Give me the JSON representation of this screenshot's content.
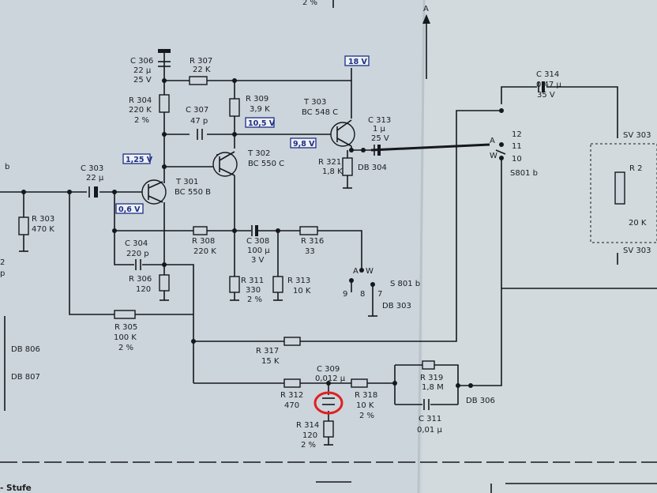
{
  "labels": {
    "c306": "C 306",
    "c306_val": "22 µ",
    "c306_v": "25 V",
    "r307": "R 307",
    "r307_val": "22 K",
    "r304": "R 304",
    "r304_val": "220 K",
    "r304_tol": "2 %",
    "c307": "C 307",
    "c307_val": "47 p",
    "r309": "R 309",
    "r309_val": "3,9 K",
    "t303": "T 303",
    "t303_type": "BC 548 C",
    "c313": "C 313",
    "c313_val": "1 µ",
    "c313_v": "25 V",
    "t302": "T 302",
    "t302_type": "BC 550 C",
    "r321": "R 321",
    "r321_val": "1,8 K",
    "db304": "DB 304",
    "c303": "C 303",
    "c303_val": "22 µ",
    "t301": "T 301",
    "t301_type": "BC 550 B",
    "r303": "R 303",
    "r303_val": "470 K",
    "c304": "C 304",
    "c304_val": "220 p",
    "r306": "R 306",
    "r306_val": "120",
    "r308": "R 308",
    "r308_val": "220 K",
    "c308": "C 308",
    "c308_val": "100 µ",
    "c308_v": "3 V",
    "r316": "R 316",
    "r316_val": "33",
    "r311": "R 311",
    "r311_val": "330",
    "r311_tol": "2 %",
    "r313": "R 313",
    "r313_val": "10 K",
    "s801b_mid": "S 801 b",
    "db303": "DB 303",
    "pin_a": "A",
    "pin_w": "W",
    "pin9": "9",
    "pin8": "8",
    "pin7": "7",
    "r305": "R 305",
    "r305_val": "100 K",
    "r305_tol": "2 %",
    "r317": "R 317",
    "r317_val": "15 K",
    "c309": "C 309",
    "c309_val": "0,012 µ",
    "r312": "R 312",
    "r312_val": "470",
    "r318": "R 318",
    "r318_val": "10 K",
    "r318_tol": "2 %",
    "r314": "R 314",
    "r314_val": "120",
    "r314_tol": "2 %",
    "r319": "R 319",
    "r319_val": "1,8 M",
    "c311": "C 311",
    "c311_val": "0,01 µ",
    "db306": "DB 306",
    "c314": "C 314",
    "c314_val": "0,47 µ",
    "c314_v": "35 V",
    "sw_a": "A",
    "sw_w": "W",
    "sw12": "12",
    "sw11": "11",
    "sw10": "10",
    "s801b_right": "S801 b",
    "sv303_top": "SV 303",
    "sv303_bot": "SV 303",
    "r2": "R 2",
    "r2_val": "20 K",
    "db806": "DB 806",
    "db807": "DB 807",
    "stufe": "- Stufe",
    "top_frag": "2 %",
    "left_b": "b",
    "arrow_a": "A",
    "left_frag1": "2",
    "left_frag2": "p"
  },
  "voltages": {
    "v18": "18 V",
    "v105": "10,5 V",
    "v98": "9,8 V",
    "v125": "1,25 V",
    "v06": "0,6 V"
  },
  "highlight": {
    "target": "C 309",
    "color": "#e02020"
  },
  "colors": {
    "paper": "#cdd6dc",
    "ink": "#15181c",
    "voltage_box": "#1d2f86"
  }
}
